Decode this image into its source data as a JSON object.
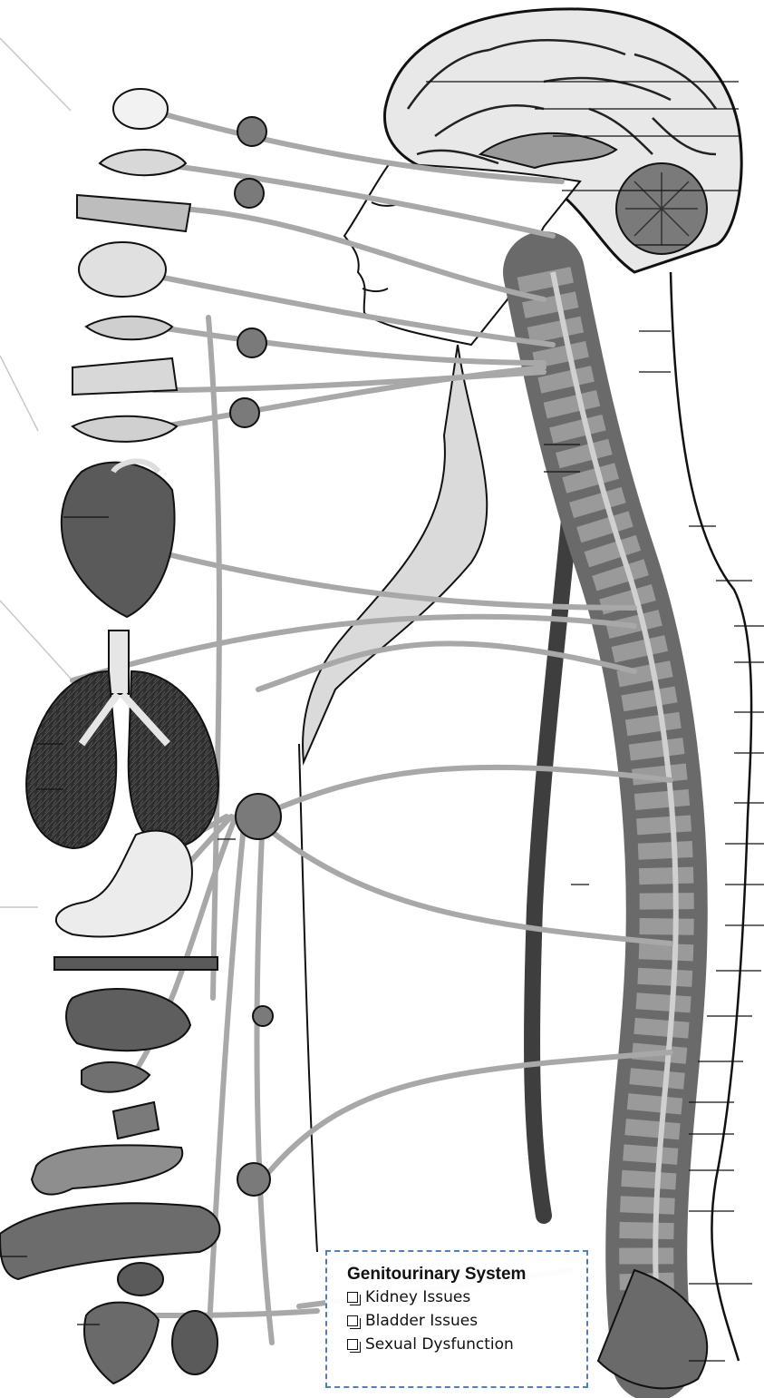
{
  "colors": {
    "callout_border": "#4f7fc0",
    "organ_dark": "#4a4a4a",
    "organ_mid": "#8c8c8c",
    "organ_light": "#e6e6e6",
    "nerve": "#a8a8a8",
    "outline": "#111111"
  },
  "callout": {
    "title": "Genitourinary System",
    "checkbox_icon": "checkbox-icon",
    "items": [
      {
        "label": "Kidney Issues"
      },
      {
        "label": "Bladder Issues"
      },
      {
        "label": "Sexual Dysfunction"
      }
    ]
  }
}
